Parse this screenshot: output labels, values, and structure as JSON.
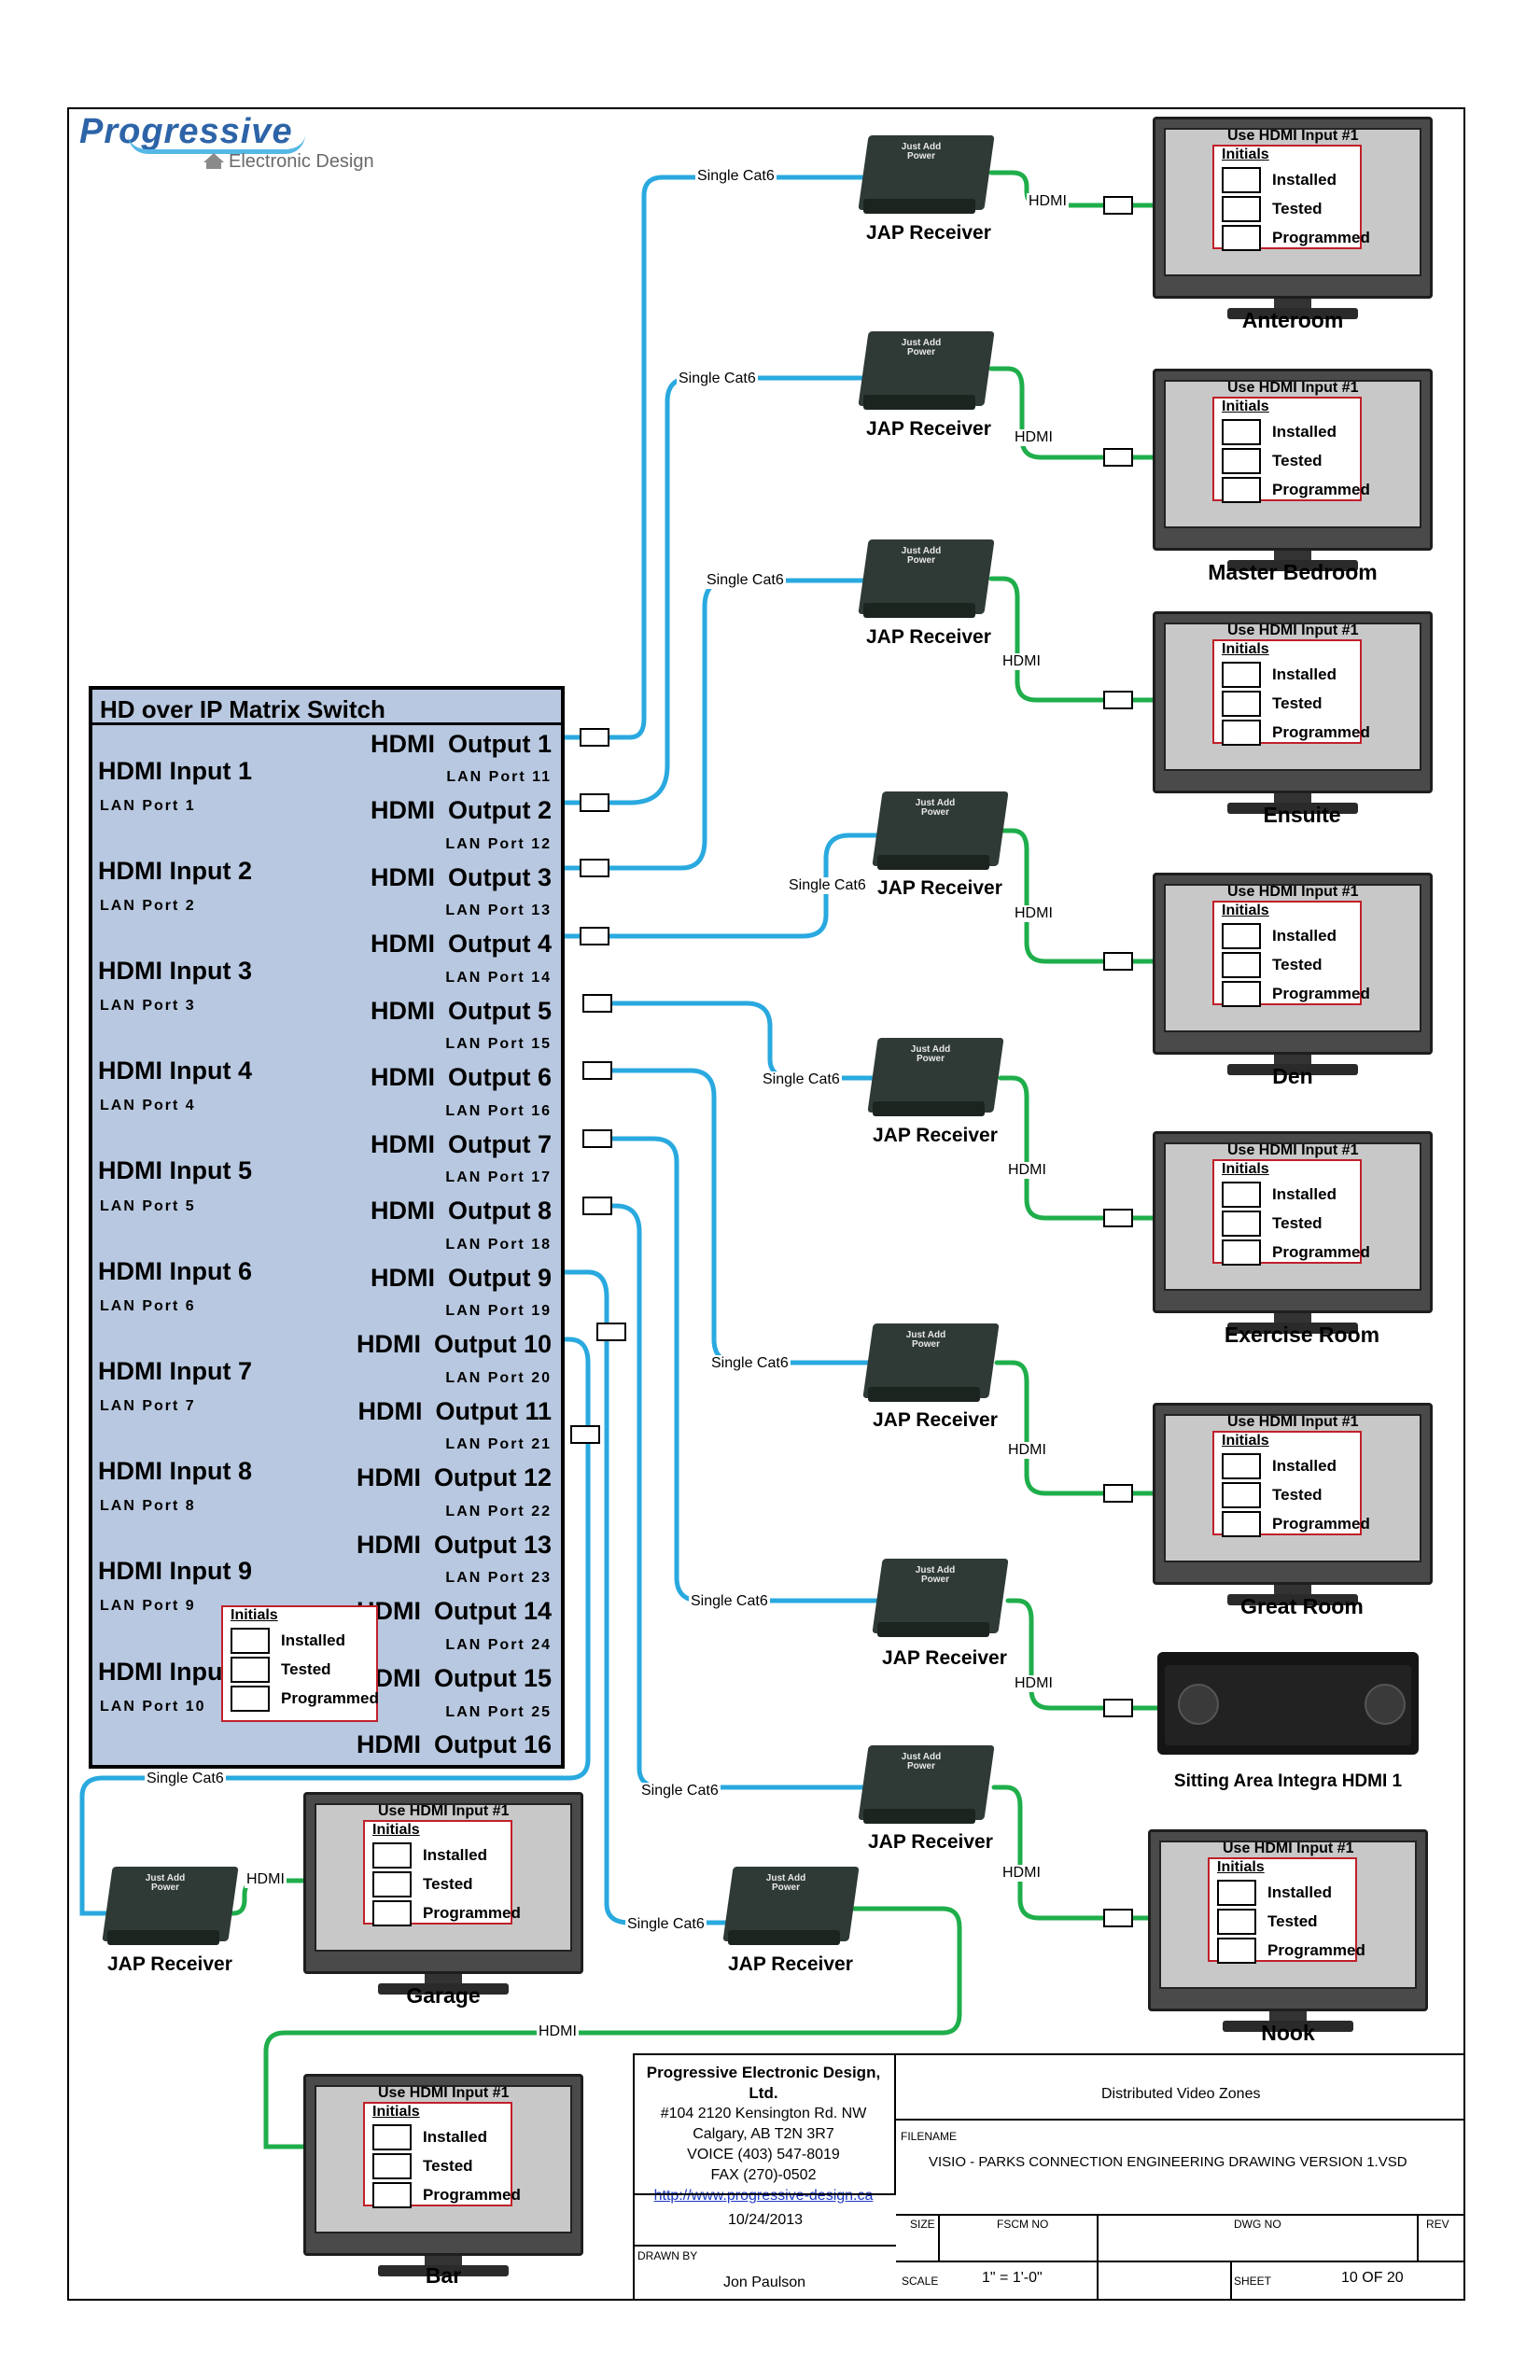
{
  "company_logo": {
    "name": "Progressive",
    "tagline": "Electronic Design"
  },
  "switch": {
    "title": "HD over IP Matrix Switch",
    "inputs": [
      {
        "name": "HDMI Input 1",
        "lan": "LAN Port 1"
      },
      {
        "name": "HDMI Input 2",
        "lan": "LAN Port 2"
      },
      {
        "name": "HDMI Input 3",
        "lan": "LAN Port 3"
      },
      {
        "name": "HDMI Input 4",
        "lan": "LAN Port 4"
      },
      {
        "name": "HDMI Input 5",
        "lan": "LAN Port 5"
      },
      {
        "name": "HDMI Input 6",
        "lan": "LAN Port 6"
      },
      {
        "name": "HDMI Input 7",
        "lan": "LAN Port 7"
      },
      {
        "name": "HDMI Input 8",
        "lan": "LAN Port 8"
      },
      {
        "name": "HDMI Input 9",
        "lan": "LAN Port 9"
      },
      {
        "name": "HDMI Input 10",
        "lan": "LAN Port 10"
      }
    ],
    "outputs": [
      {
        "hdmi": "HDMI",
        "name": "Output 1",
        "lan": "LAN Port 11"
      },
      {
        "hdmi": "HDMI",
        "name": "Output 2",
        "lan": "LAN Port 12"
      },
      {
        "hdmi": "HDMI",
        "name": "Output 3",
        "lan": "LAN Port 13"
      },
      {
        "hdmi": "HDMI",
        "name": "Output 4",
        "lan": "LAN Port 14"
      },
      {
        "hdmi": "HDMI",
        "name": "Output 5",
        "lan": "LAN Port 15"
      },
      {
        "hdmi": "HDMI",
        "name": "Output 6",
        "lan": "LAN Port 16"
      },
      {
        "hdmi": "HDMI",
        "name": "Output 7",
        "lan": "LAN Port 17"
      },
      {
        "hdmi": "HDMI",
        "name": "Output 8",
        "lan": "LAN Port 18"
      },
      {
        "hdmi": "HDMI",
        "name": "Output 9",
        "lan": "LAN Port 19"
      },
      {
        "hdmi": "HDMI",
        "name": "Output 10",
        "lan": "LAN Port 20"
      },
      {
        "hdmi": "HDMI",
        "name": "Output 11",
        "lan": "LAN Port 21"
      },
      {
        "hdmi": "HDMI",
        "name": "Output 12",
        "lan": "LAN Port 22"
      },
      {
        "hdmi": "HDMI",
        "name": "Output 13",
        "lan": "LAN Port 23"
      },
      {
        "hdmi": "HDMI",
        "name": "Output 14",
        "lan": "LAN Port 24"
      },
      {
        "hdmi": "HDMI",
        "name": "Output 15",
        "lan": "LAN Port 25"
      },
      {
        "hdmi": "HDMI",
        "name": "Output 16",
        "lan": ""
      }
    ],
    "checklist": {
      "header": "Initials",
      "items": [
        "Installed",
        "Tested",
        "Programmed"
      ]
    }
  },
  "labels": {
    "receiver": "JAP Receiver",
    "receiver_brand": "Just Add Power",
    "cat6": "Single Cat6",
    "hdmi": "HDMI",
    "tv_title": "Use HDMI Input #1",
    "checklist_header": "Initials",
    "checklist_items": [
      "Installed",
      "Tested",
      "Programmed"
    ]
  },
  "zones": [
    {
      "room": "Anteroom"
    },
    {
      "room": "Master Bedroom"
    },
    {
      "room": "Ensuite"
    },
    {
      "room": "Den"
    },
    {
      "room": "Exercise Room"
    },
    {
      "room": "Great Room"
    },
    {
      "room": "Sitting Area Integra HDMI 1"
    },
    {
      "room": "Nook"
    },
    {
      "room": "Garage"
    },
    {
      "room": "Bar"
    }
  ],
  "colors": {
    "cat6": "#29a9df",
    "hdmi": "#1fae4b",
    "switch_fill": "#b8c8e0",
    "checklist_border": "#c0202a"
  },
  "title_block": {
    "company": "Progressive Electronic Design, Ltd.",
    "address": "#104 2120 Kensington Rd. NW",
    "city": "Calgary, AB T2N 3R7",
    "voice": "VOICE (403) 547-8019",
    "fax": "FAX (270)-0502",
    "url": "http://www.progressive-design.ca",
    "date": "10/24/2013",
    "drawn_by_label": "DRAWN BY",
    "drawn_by": "Jon Paulson",
    "description": "Distributed Video Zones",
    "filename_label": "FILENAME",
    "filename": "VISIO - PARKS CONNECTION ENGINEERING DRAWING VERSION 1.VSD",
    "size_label": "SIZE",
    "fscm_label": "FSCM NO",
    "dwg_label": "DWG NO",
    "rev_label": "REV",
    "scale_label": "SCALE",
    "scale": "1\" = 1'-0\"",
    "sheet_label": "SHEET",
    "sheet": "10 OF 20"
  }
}
